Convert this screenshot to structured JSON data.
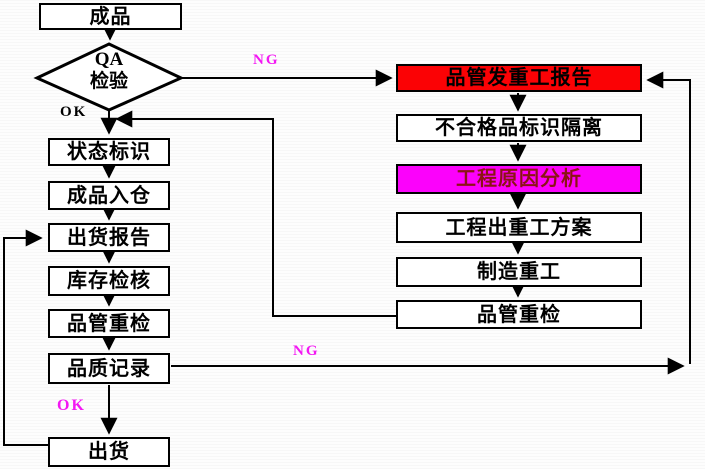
{
  "flowchart": {
    "start": {
      "label": "成品"
    },
    "decision": {
      "line1": "QA",
      "line2": "检验"
    },
    "edge_labels": {
      "ng_top": "NG",
      "ok_top": "OK",
      "ng_bottom": "NG",
      "ok_bottom": "OK"
    },
    "main_flow": [
      {
        "label": "状态标识"
      },
      {
        "label": "成品入仓"
      },
      {
        "label": "出货报告"
      },
      {
        "label": "库存检核"
      },
      {
        "label": "品管重检"
      },
      {
        "label": "品质记录"
      },
      {
        "label": "出货"
      }
    ],
    "rework_flow": [
      {
        "label": "品管发重工报告"
      },
      {
        "label": "不合格品标识隔离"
      },
      {
        "label": "工程原因分析"
      },
      {
        "label": "工程出重工方案"
      },
      {
        "label": "制造重工"
      },
      {
        "label": "品管重检"
      }
    ],
    "colors": {
      "rework_report_bg": "#fb0205",
      "cause_analysis_bg": "#fb02fb",
      "cause_analysis_text": "#8b1414",
      "edge_label_magenta": "#f318f3",
      "edge_label_black": "#000000",
      "line": "#000000",
      "box_bg": "#ffffff"
    }
  }
}
